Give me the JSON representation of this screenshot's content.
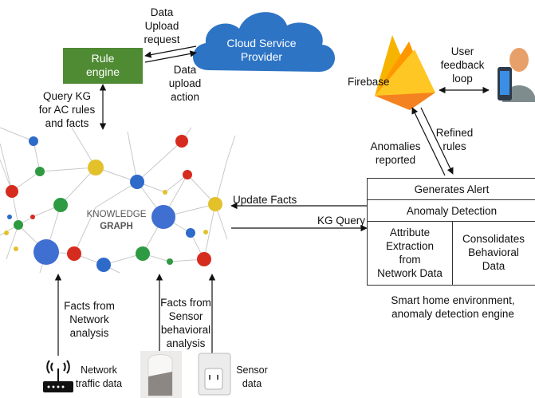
{
  "cloud": {
    "line1": "Cloud Service",
    "line2": "Provider",
    "color": "#2e74c5"
  },
  "rule_engine": {
    "line1": "Rule",
    "line2": "engine",
    "color": "#4f8b33"
  },
  "edges": {
    "upload_request": [
      "Data",
      "Upload",
      "request"
    ],
    "upload_action": [
      "Data",
      "upload",
      "action"
    ],
    "query_kg": [
      "Query KG",
      "for AC rules",
      "and facts"
    ],
    "user_feedback": [
      "User",
      "feedback",
      "loop"
    ],
    "refined_rules": [
      "Refined",
      "rules"
    ],
    "anomalies_reported": [
      "Anomalies",
      "reported"
    ],
    "update_facts": "Update Facts",
    "kg_query": "KG Query",
    "facts_network": [
      "Facts from",
      "Network",
      "analysis"
    ],
    "facts_sensor": [
      "Facts from",
      "Sensor",
      "behavioral",
      "analysis"
    ]
  },
  "firebase": {
    "label": "Firebase"
  },
  "knowledge_graph": {
    "line1": "KNOWLEDGE",
    "line2": "GRAPH"
  },
  "engine": {
    "generates_alert": "Generates Alert",
    "anomaly_detection": "Anomaly Detection",
    "attribute_extraction": [
      "Attribute",
      "Extraction",
      "from",
      "Network Data"
    ],
    "consolidates": [
      "Consolidates",
      "Behavioral",
      "Data"
    ],
    "caption": [
      "Smart home environment,",
      "anomaly detection engine"
    ]
  },
  "sources": {
    "network_traffic": [
      "Network",
      "traffic data"
    ],
    "sensor": [
      "Sensor",
      "data"
    ]
  },
  "icons": [
    "cloud-icon",
    "firebase-flame-icon",
    "user-phone-icon",
    "wifi-router-icon",
    "smart-speaker-icon",
    "smart-plug-icon"
  ]
}
